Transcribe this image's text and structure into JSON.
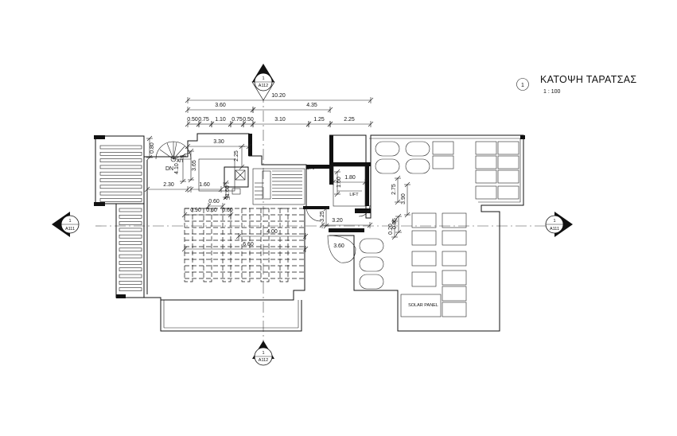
{
  "title": {
    "number": "1",
    "name": "ΚΑΤΟΨΗ ΤΑΡΑΤΣΑΣ",
    "scale": "1 : 100"
  },
  "section_markers": {
    "top": {
      "number": "1",
      "sheet": "A112"
    },
    "bottom": {
      "number": "1",
      "sheet": "A112"
    },
    "left": {
      "number": "1",
      "sheet": "A111"
    },
    "right": {
      "number": "1",
      "sheet": "A111"
    }
  },
  "dimensions": {
    "overall": "10.20",
    "d_360": "3.60",
    "d_435": "4.35",
    "d_050": "0.50",
    "d_075a": "0.75",
    "d_110": "1.10",
    "d_075b": "0.75",
    "d_050b": "0.50",
    "d_310": "3.10",
    "d_125": "1.25",
    "d_225": "2.25",
    "d_330": "3.30",
    "d_080": "0.80",
    "d_225v": "2.25",
    "d_365": "3.65",
    "d_230": "2.30",
    "d_160": "1.60",
    "d_160b": "1.60",
    "d_180": "1.80",
    "d_160v": "1.60",
    "d_275": "2.75",
    "d_390": "3.90",
    "d_325": "3.25",
    "d_320": "3.20",
    "d_020": "0.20",
    "d_095": "0.95",
    "d_360b": "3.60",
    "d_060": "0.60",
    "d_090": "0.90",
    "d_060b": "0.60",
    "d_060c": "0.60",
    "d_400": "4.00",
    "d_660": "6.60",
    "d_410": "4.10"
  },
  "labels": {
    "dn1": "DN",
    "dn2": "DN",
    "lift": "LIFT",
    "up": "ΑΠ",
    "ap2": "ΑΠ",
    "solar": "SOLAR PANEL"
  }
}
